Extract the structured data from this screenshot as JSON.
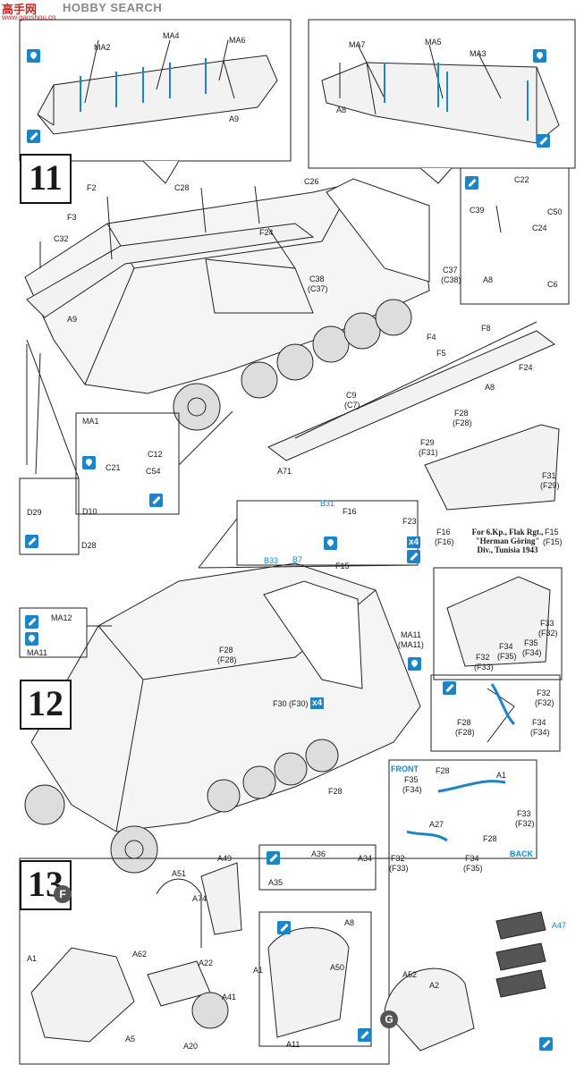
{
  "watermark": {
    "logo": "高手网",
    "brand": "HOBBY SEARCH",
    "url": "www.gaoshou.cn"
  },
  "steps": {
    "s11": "11",
    "s12": "12",
    "s13": "13"
  },
  "note": {
    "line1": "For 6.Kp., Flak Rgt.,",
    "line2": "\"Herman Göring\"",
    "line3": "Div., Tunisia 1943"
  },
  "badges": {
    "x4a": "x4",
    "x4b": "x4",
    "front": "FRONT",
    "back": "BACK"
  },
  "circles": {
    "f": "F",
    "g": "G"
  },
  "labels": {
    "ma2": "MA2",
    "ma4": "MA4",
    "ma6": "MA6",
    "a9top": "A9",
    "ma7": "MA7",
    "ma5": "MA5",
    "ma3": "MA3",
    "a8top": "A8",
    "c28": "C28",
    "c26": "C26",
    "f2": "F2",
    "f3": "F3",
    "c32": "C32",
    "f24a": "F24",
    "c37": "C37",
    "c38p": "(C38)",
    "c38": "C38",
    "c37p": "(C37)",
    "c22": "C22",
    "c39": "C39",
    "c50": "C50",
    "c24": "C24",
    "a8r": "A8",
    "c6": "C6",
    "a9mid": "A9",
    "f8": "F8",
    "f4": "F4",
    "f5": "F5",
    "f24b": "F24",
    "a8mid": "A8",
    "c9": "C9",
    "c7p": "(C7)",
    "ma1": "MA1",
    "c12": "C12",
    "c21": "C21",
    "c54": "C54",
    "a71": "A71",
    "d29": "D29",
    "d10": "D10",
    "d28": "D28",
    "f28a": "F28",
    "f28ap": "(F28)",
    "f29": "F29",
    "f31p": "(F31)",
    "f31": "F31",
    "f29p": "(F29)",
    "f16": "F16",
    "f16p": "(F16)",
    "f15": "F15",
    "f15p": "(F15)",
    "b31": "B31",
    "f16b": "F16",
    "f23": "F23",
    "b33": "B33",
    "b7": "B7",
    "f15b": "F15",
    "ma12": "MA12",
    "ma11": "MA11",
    "ma11r": "MA11",
    "ma11rp": "(MA11)",
    "f28b": "F28",
    "f28bp": "(F28)",
    "f30": "F30",
    "f30p": "(F30)",
    "f28c": "F28",
    "f33": "F33",
    "f32p": "(F32)",
    "f34": "F34",
    "f35p": "(F35)",
    "f35": "F35",
    "f34p": "(F34)",
    "f32": "F32",
    "f33p": "(F33)",
    "f32b": "F32",
    "f32bp": "(F32)",
    "f28d": "F28",
    "f28dp": "(F28)",
    "f34b": "F34",
    "f34bp": "(F34)",
    "f28e": "F28",
    "a1a": "A1",
    "f35b": "F35",
    "f34c": "(F34)",
    "f33b": "F33",
    "f32c": "(F32)",
    "a27": "A27",
    "f28f": "F28",
    "f32d": "F32",
    "f33c": "(F33)",
    "f34d": "F34",
    "f35c": "(F35)",
    "a51": "A51",
    "a49": "A49",
    "a74": "A74",
    "a36": "A36",
    "a34": "A34",
    "a35": "A35",
    "a8b": "A8",
    "a1b": "A1",
    "a62": "A62",
    "a22": "A22",
    "a41": "A41",
    "a5": "A5",
    "a20": "A20",
    "a1c": "A1",
    "a50": "A50",
    "a11": "A11",
    "a52": "A52",
    "a2": "A2",
    "a47": "A47"
  },
  "colors": {
    "accent": "#1a86c8",
    "line": "#222222",
    "part": "#f2f2f2"
  }
}
